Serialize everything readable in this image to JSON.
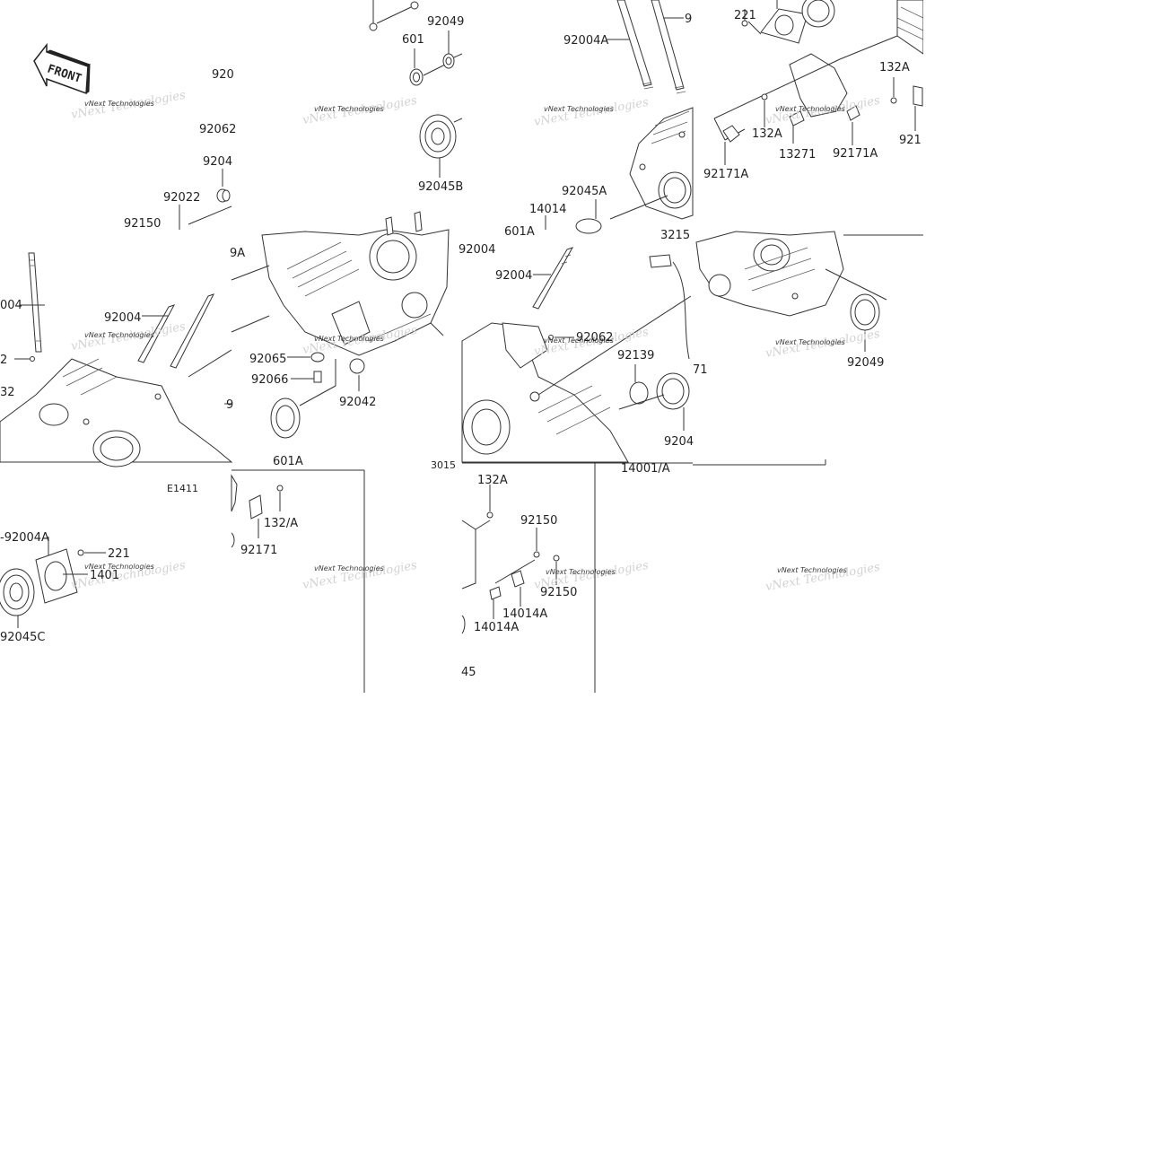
{
  "diagram": {
    "drawing_code": "E1411",
    "front_arrow": "FRONT",
    "watermark": "vNext Technologies",
    "part_labels": [
      {
        "id": "t1-92049",
        "text": "92049"
      },
      {
        "id": "t1-601",
        "text": "601"
      },
      {
        "id": "t1-92045B",
        "text": "92045B"
      },
      {
        "id": "t1-920",
        "text": "920"
      },
      {
        "id": "t1-92062",
        "text": "92062"
      },
      {
        "id": "t1-9204",
        "text": "9204"
      },
      {
        "id": "t1-92022",
        "text": "92022"
      },
      {
        "id": "t1-92150",
        "text": "92150"
      },
      {
        "id": "t2-9",
        "text": "9"
      },
      {
        "id": "t2-92004A",
        "text": "92004A"
      },
      {
        "id": "t2-92045A",
        "text": "92045A"
      },
      {
        "id": "t2-14014",
        "text": "14014"
      },
      {
        "id": "t2-601A",
        "text": "601A"
      },
      {
        "id": "t3-221",
        "text": "221"
      },
      {
        "id": "t3-132A-a",
        "text": "132A"
      },
      {
        "id": "t3-132A-b",
        "text": "132A"
      },
      {
        "id": "t3-13271",
        "text": "13271"
      },
      {
        "id": "t3-92171A-a",
        "text": "92171A"
      },
      {
        "id": "t3-92171A-b",
        "text": "92171A"
      },
      {
        "id": "t3-921",
        "text": "921"
      },
      {
        "id": "m-004",
        "text": "004"
      },
      {
        "id": "m-92004",
        "text": "92004"
      },
      {
        "id": "m-2",
        "text": "2"
      },
      {
        "id": "m-32",
        "text": "32"
      },
      {
        "id": "m-9A",
        "text": "9A"
      },
      {
        "id": "m-9",
        "text": "9"
      },
      {
        "id": "m-92065",
        "text": "92065"
      },
      {
        "id": "m-92066",
        "text": "92066"
      },
      {
        "id": "m-92042",
        "text": "92042"
      },
      {
        "id": "m-601A",
        "text": "601A"
      },
      {
        "id": "m-92004b",
        "text": "92004"
      },
      {
        "id": "m-92004c",
        "text": "92004"
      },
      {
        "id": "m-3215",
        "text": "3215"
      },
      {
        "id": "m-92062",
        "text": "92062"
      },
      {
        "id": "m-92139",
        "text": "92139"
      },
      {
        "id": "m-71",
        "text": "71"
      },
      {
        "id": "m-9204",
        "text": "9204"
      },
      {
        "id": "m-92049",
        "text": "92049"
      },
      {
        "id": "b-92004A",
        "text": "-92004A"
      },
      {
        "id": "b-221",
        "text": "221"
      },
      {
        "id": "b-1401",
        "text": "1401"
      },
      {
        "id": "b-92045C",
        "text": "92045C"
      },
      {
        "id": "b-132A",
        "text": "132/A"
      },
      {
        "id": "b-92171",
        "text": "92171"
      },
      {
        "id": "b-132A-c",
        "text": "132A"
      },
      {
        "id": "b-92150-a",
        "text": "92150"
      },
      {
        "id": "b-92150-b",
        "text": "92150"
      },
      {
        "id": "b-14014A-a",
        "text": "14014A"
      },
      {
        "id": "b-14014A-b",
        "text": "14014A"
      },
      {
        "id": "b-45",
        "text": "45"
      },
      {
        "id": "b-14001A",
        "text": "14001/A"
      },
      {
        "id": "b-3015",
        "text": "3015"
      }
    ]
  }
}
